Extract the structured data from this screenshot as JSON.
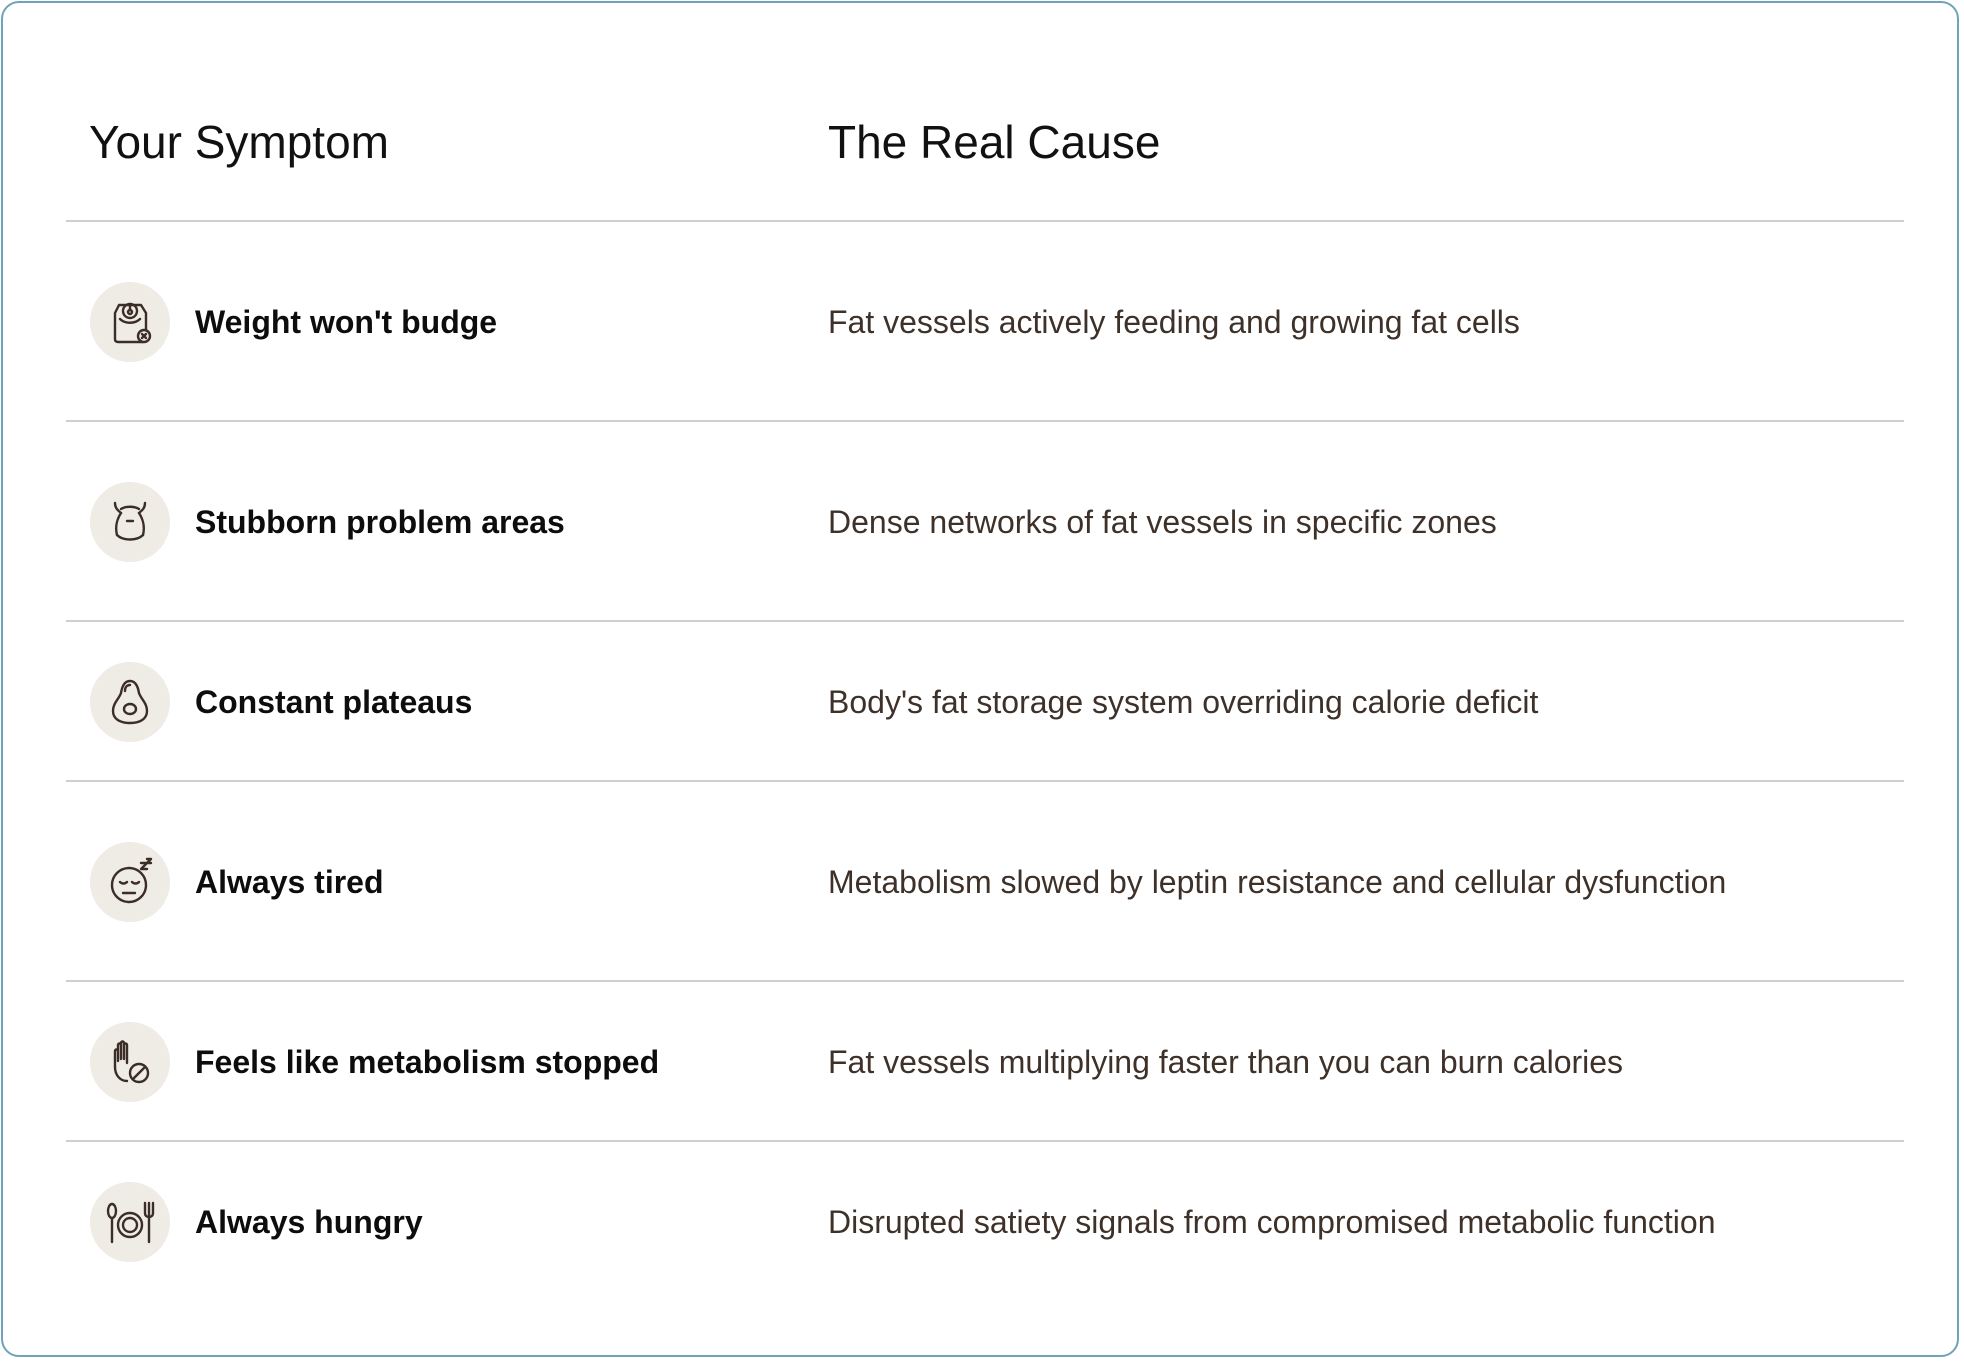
{
  "headers": {
    "symptom": "Your Symptom",
    "cause": "The Real Cause"
  },
  "rows": [
    {
      "icon": "scale-x-icon",
      "symptom": "Weight won't budge",
      "cause": "Fat vessels actively feeding and growing fat cells"
    },
    {
      "icon": "torso-icon",
      "symptom": "Stubborn problem areas",
      "cause": "Dense networks of fat vessels in specific zones"
    },
    {
      "icon": "avocado-icon",
      "symptom": "Constant plateaus",
      "cause": "Body's fat storage system overriding calorie deficit"
    },
    {
      "icon": "sleepy-face-icon",
      "symptom": "Always tired",
      "cause": "Metabolism slowed by leptin resistance and cellular dysfunction"
    },
    {
      "icon": "hand-stop-icon",
      "symptom": "Feels like metabolism stopped",
      "cause": "Fat vessels multiplying faster than you can burn calories"
    },
    {
      "icon": "plate-utensils-icon",
      "symptom": "Always hungry",
      "cause": "Disrupted satiety signals from compromised metabolic function"
    }
  ],
  "colors": {
    "border": "#6fa3b8",
    "icon_bg": "#efebe5",
    "cause_text": "#3d3129"
  }
}
